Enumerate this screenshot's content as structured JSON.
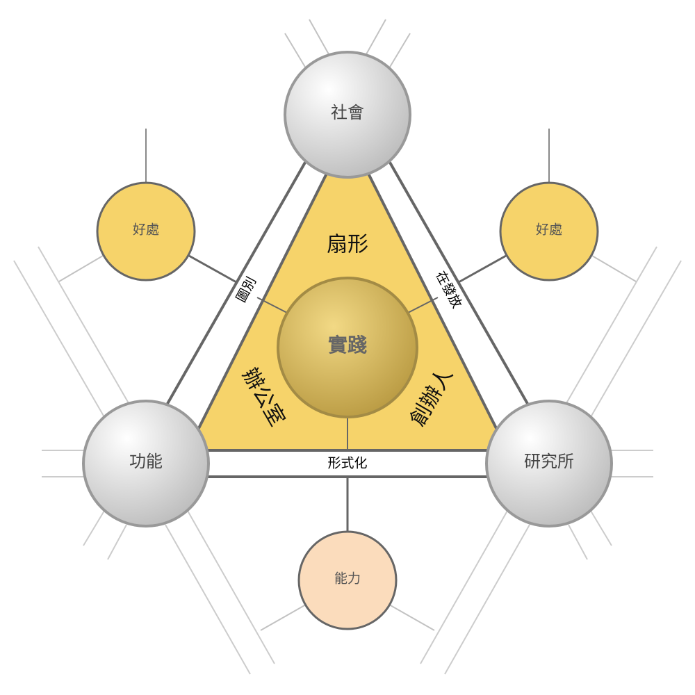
{
  "nodes": {
    "top": "社會",
    "left": "功能",
    "right": "研究所",
    "center": "實踐",
    "benefit_left": "好處",
    "benefit_right": "好處",
    "ability": "能力"
  },
  "sectors": {
    "top": "扇形",
    "left": "辦公室",
    "right": "創辦人"
  },
  "edges": {
    "left": "圖別",
    "right": "在發放",
    "bottom": "形式化"
  },
  "colors": {
    "yellow": "#f6d36a",
    "peach": "#fbdcbc",
    "gold": "#c9ab52",
    "stroke": "#666666"
  }
}
